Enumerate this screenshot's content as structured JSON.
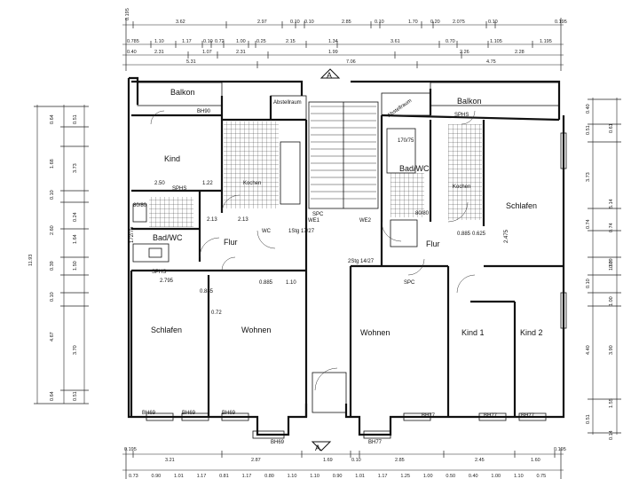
{
  "rooms": {
    "balkon_left": "Balkon",
    "balkon_right": "Balkon",
    "abstellraum": "Abstellraum",
    "abstell_right": "Abstellraum",
    "kind": "Kind",
    "kochen_left": "Kochen",
    "kochen_right": "Kochen",
    "bad_left": "Bad/WC",
    "bad_right": "Bad/WC",
    "flur_left": "Flur",
    "flur_right": "Flur",
    "schlafen_left": "Schlafen",
    "schlafen_right": "Schlafen",
    "wohnen_left": "Wohnen",
    "wohnen_right": "Wohnen",
    "kind1": "Kind 1",
    "kind2": "Kind 2"
  },
  "labels": {
    "bh90": "BH90",
    "bh69_1": "BH69",
    "bh69_2": "BH69",
    "bh69_3": "BH69",
    "bh69_4": "BH69",
    "bh77_1": "BH77",
    "bh77_2": "BH77",
    "bh77_3": "BH77",
    "bh77_4": "BH77",
    "sphs_left": "SPHS",
    "sphs_right": "SPHS",
    "sphs_lower": "SPHS",
    "spc_left": "SPC",
    "spc_right": "SPC",
    "we1": "WE1",
    "we2": "WE2",
    "stair_left": "1Stg 17/27",
    "stair_right": "2Stg 14/27",
    "bad_left_dim": "172/75",
    "bad_right_dim": "170/75",
    "shower_left": "80/80",
    "shower_right": "80/80",
    "d_2_50": "2.50",
    "d_1_22": "1.22",
    "d_2_795": "2.795",
    "d_0_885a": "0.885",
    "d_0_885b": "0.885",
    "d_0_885c": "0.885",
    "d_2_13a": "2.13",
    "d_2_13b": "2.13",
    "d_1_10": "1.10",
    "d_0_625": "0.625",
    "d_2_475": "2.475",
    "d_0_72": "0.72",
    "marker_a": "A",
    "door_wc": "WC"
  },
  "dims": {
    "top_row1": [
      "0.195",
      "3.62",
      "2.97",
      "0.10",
      "0.10",
      "2.85",
      "0.10",
      "1.70",
      "0.20",
      "2.075",
      "0.10",
      "0.195"
    ],
    "top_row2": [
      "0.785",
      "1.10",
      "1.17",
      "0.10",
      "0.72",
      "1.00",
      "0.25",
      "2.15",
      "1.34",
      "3.61",
      "0.70",
      "1.105",
      "1.195"
    ],
    "top_row3": [
      "0.40",
      "2.31",
      "1.07",
      "2.31",
      "1.99",
      "2.26",
      "2.28"
    ],
    "top_row4": [
      "5.31",
      "7.06",
      "4.75"
    ],
    "left_outer": [
      "11.93"
    ],
    "left_inner": [
      "0.64",
      "0.51",
      "1.68",
      "3.73",
      "0.10",
      "0.24",
      "2.60",
      "1.64",
      "0.39",
      "1.50",
      "0.10",
      "4.67",
      "3.70",
      "0.64",
      "0.51"
    ],
    "right_inner": [
      "0.40",
      "0.51",
      "3.73",
      "5.14",
      "0.74",
      "1.50",
      "0.10",
      "1.00",
      "4.40",
      "3.90",
      "0.51"
    ],
    "right_outer": [
      "0.61",
      "0.74",
      "0.39",
      "1.55",
      "0.14"
    ],
    "bottom_row1": [
      "0.195",
      "3.21",
      "2.87",
      "1.69",
      "0.10",
      "2.85",
      "2.45",
      "1.60",
      "0.195"
    ],
    "bottom_row2": [
      "0.73",
      "0.90",
      "1.01",
      "1.17",
      "0.81",
      "1.17",
      "0.80",
      "1.10",
      "1.10",
      "0.90",
      "1.01",
      "1.17",
      "1.25",
      "1.00",
      "0.50",
      "0.40",
      "1.00",
      "1.10",
      "0.75"
    ]
  }
}
